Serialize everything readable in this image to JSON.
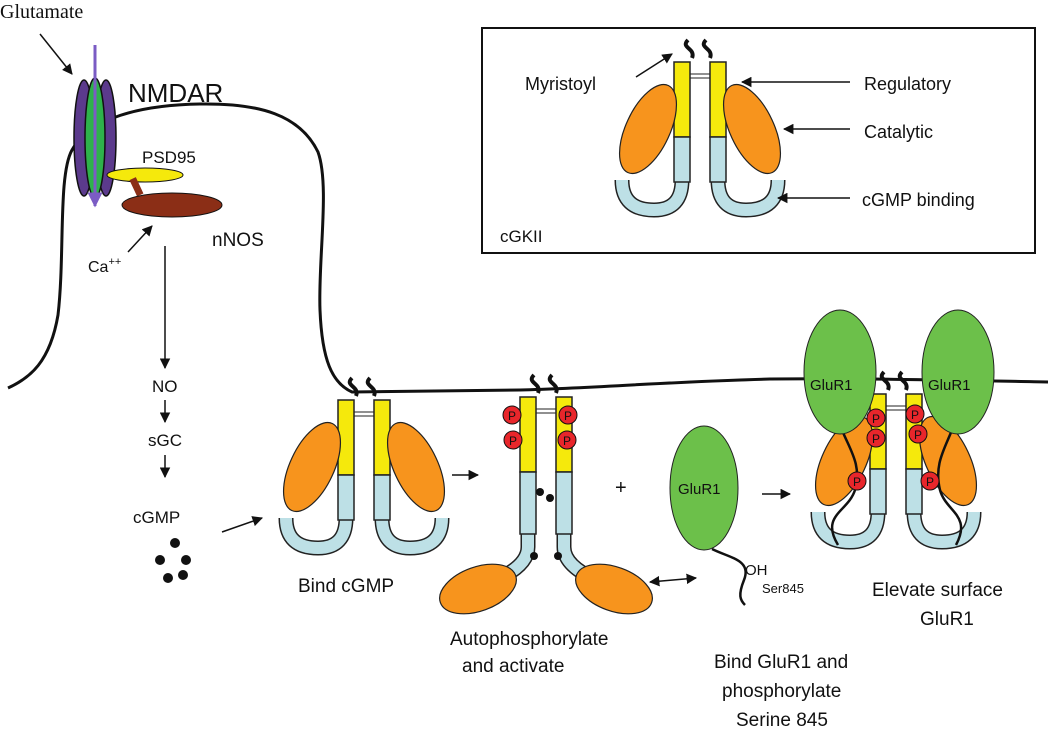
{
  "labels": {
    "glutamate": "Glutamate",
    "nmdar": "NMDAR",
    "psd95": "PSD95",
    "nnos": "nNOS",
    "ca": "Ca",
    "ca_sup": "++",
    "no": "NO",
    "sgc": "sGC",
    "cgmp": "cGMP",
    "plus": "+"
  },
  "inset": {
    "title": "cGKII",
    "myristoyl": "Myristoyl",
    "regulatory": "Regulatory",
    "catalytic": "Catalytic",
    "cgmp_binding": "cGMP binding"
  },
  "steps": {
    "bind_cgmp": "Bind cGMP",
    "autophos_line1": "Autophosphorylate",
    "autophos_line2": "and activate",
    "bind_glur1_line1": "Bind GluR1 and",
    "bind_glur1_line2": "phosphorylate",
    "bind_glur1_line3": "Serine 845",
    "elevate_line1": "Elevate surface",
    "elevate_line2": "GluR1"
  },
  "molecules": {
    "glur1": "GluR1",
    "oh": "OH",
    "ser845": "Ser845",
    "p": "P"
  },
  "colors": {
    "kinase_catalytic": "#f7941d",
    "regulatory": "#f5e90c",
    "cgmp_domain": "#bde0e6",
    "glur1": "#6cc04a",
    "phospho": "#e8262b",
    "nnos": "#8b2e16",
    "psd95": "#f5e90c",
    "nmdar_outer": "#5b3a8c",
    "nmdar_inner": "#2eb24b",
    "nmdar_arrow": "#7b5cc4"
  }
}
